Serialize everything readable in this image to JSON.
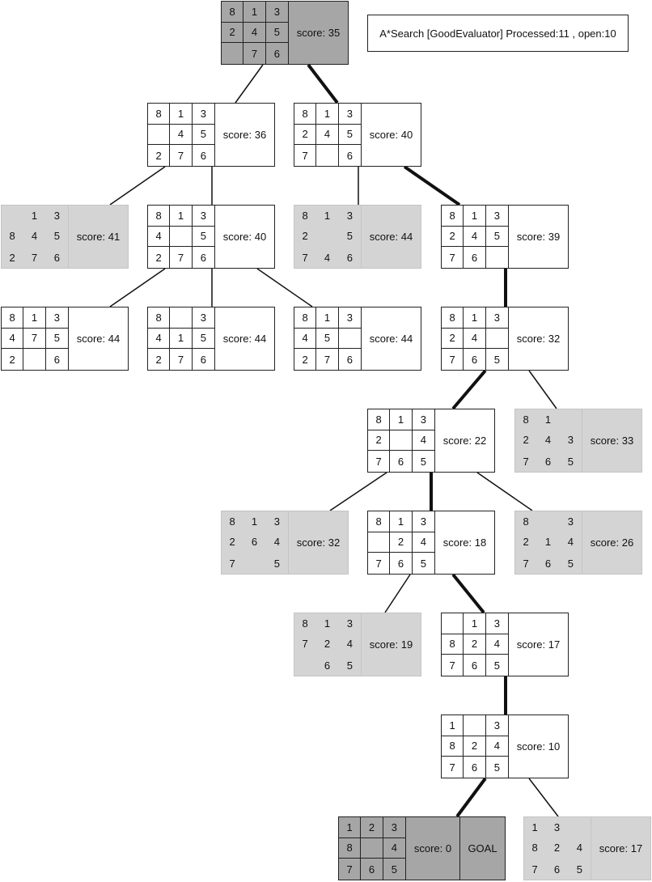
{
  "header": {
    "label": "A*Search [GoodEvaluator] Processed:11 , open:10"
  },
  "nodes": [
    {
      "id": "root",
      "tiles": [
        "8",
        "1",
        "3",
        "2",
        "4",
        "5",
        "",
        "7",
        "6"
      ],
      "score": "score: 35",
      "variant": "dark"
    },
    {
      "id": "n36",
      "tiles": [
        "8",
        "1",
        "3",
        "",
        "4",
        "5",
        "2",
        "7",
        "6"
      ],
      "score": "score: 36",
      "variant": "white"
    },
    {
      "id": "n40a",
      "tiles": [
        "8",
        "1",
        "3",
        "2",
        "4",
        "5",
        "7",
        "",
        "6"
      ],
      "score": "score: 40",
      "variant": "white"
    },
    {
      "id": "n41",
      "tiles": [
        "",
        "1",
        "3",
        "8",
        "4",
        "5",
        "2",
        "7",
        "6"
      ],
      "score": "score: 41",
      "variant": "light"
    },
    {
      "id": "n40b",
      "tiles": [
        "8",
        "1",
        "3",
        "4",
        "",
        "5",
        "2",
        "7",
        "6"
      ],
      "score": "score: 40",
      "variant": "white"
    },
    {
      "id": "n44a",
      "tiles": [
        "8",
        "1",
        "3",
        "2",
        "",
        "5",
        "7",
        "4",
        "6"
      ],
      "score": "score: 44",
      "variant": "light"
    },
    {
      "id": "n39",
      "tiles": [
        "8",
        "1",
        "3",
        "2",
        "4",
        "5",
        "7",
        "6",
        ""
      ],
      "score": "score: 39",
      "variant": "white"
    },
    {
      "id": "n44b",
      "tiles": [
        "8",
        "1",
        "3",
        "4",
        "7",
        "5",
        "2",
        "",
        "6"
      ],
      "score": "score: 44",
      "variant": "white"
    },
    {
      "id": "n44c",
      "tiles": [
        "8",
        "",
        "3",
        "4",
        "1",
        "5",
        "2",
        "7",
        "6"
      ],
      "score": "score: 44",
      "variant": "white"
    },
    {
      "id": "n44d",
      "tiles": [
        "8",
        "1",
        "3",
        "4",
        "5",
        "",
        "2",
        "7",
        "6"
      ],
      "score": "score: 44",
      "variant": "white"
    },
    {
      "id": "n32a",
      "tiles": [
        "8",
        "1",
        "3",
        "2",
        "4",
        "",
        "7",
        "6",
        "5"
      ],
      "score": "score: 32",
      "variant": "white"
    },
    {
      "id": "n22",
      "tiles": [
        "8",
        "1",
        "3",
        "2",
        "",
        "4",
        "7",
        "6",
        "5"
      ],
      "score": "score: 22",
      "variant": "white"
    },
    {
      "id": "n33",
      "tiles": [
        "8",
        "1",
        "",
        "2",
        "4",
        "3",
        "7",
        "6",
        "5"
      ],
      "score": "score: 33",
      "variant": "light"
    },
    {
      "id": "n32b",
      "tiles": [
        "8",
        "1",
        "3",
        "2",
        "6",
        "4",
        "7",
        "",
        "5"
      ],
      "score": "score: 32",
      "variant": "light"
    },
    {
      "id": "n18",
      "tiles": [
        "8",
        "1",
        "3",
        "",
        "2",
        "4",
        "7",
        "6",
        "5"
      ],
      "score": "score: 18",
      "variant": "white"
    },
    {
      "id": "n26",
      "tiles": [
        "8",
        "",
        "3",
        "2",
        "1",
        "4",
        "7",
        "6",
        "5"
      ],
      "score": "score: 26",
      "variant": "light"
    },
    {
      "id": "n19",
      "tiles": [
        "8",
        "1",
        "3",
        "7",
        "2",
        "4",
        "",
        "6",
        "5"
      ],
      "score": "score: 19",
      "variant": "light"
    },
    {
      "id": "n17a",
      "tiles": [
        "",
        "1",
        "3",
        "8",
        "2",
        "4",
        "7",
        "6",
        "5"
      ],
      "score": "score: 17",
      "variant": "white"
    },
    {
      "id": "n10",
      "tiles": [
        "1",
        "",
        "3",
        "8",
        "2",
        "4",
        "7",
        "6",
        "5"
      ],
      "score": "score: 10",
      "variant": "white"
    },
    {
      "id": "goal",
      "tiles": [
        "1",
        "2",
        "3",
        "8",
        "",
        "4",
        "7",
        "6",
        "5"
      ],
      "score": "score: 0",
      "goal": "GOAL",
      "variant": "dark"
    },
    {
      "id": "n17b",
      "tiles": [
        "1",
        "3",
        "",
        "8",
        "2",
        "4",
        "7",
        "6",
        "5"
      ],
      "score": "score: 17",
      "variant": "light"
    }
  ],
  "edges": [
    {
      "from": "root",
      "to": "n36",
      "bold": false
    },
    {
      "from": "root",
      "to": "n40a",
      "bold": true
    },
    {
      "from": "n36",
      "to": "n41",
      "bold": false
    },
    {
      "from": "n36",
      "to": "n40b",
      "bold": false
    },
    {
      "from": "n40a",
      "to": "n44a",
      "bold": false
    },
    {
      "from": "n40a",
      "to": "n39",
      "bold": true
    },
    {
      "from": "n40b",
      "to": "n44b",
      "bold": false
    },
    {
      "from": "n40b",
      "to": "n44c",
      "bold": false
    },
    {
      "from": "n40b",
      "to": "n44d",
      "bold": false
    },
    {
      "from": "n39",
      "to": "n32a",
      "bold": true
    },
    {
      "from": "n32a",
      "to": "n22",
      "bold": true
    },
    {
      "from": "n32a",
      "to": "n33",
      "bold": false
    },
    {
      "from": "n22",
      "to": "n32b",
      "bold": false
    },
    {
      "from": "n22",
      "to": "n18",
      "bold": true
    },
    {
      "from": "n22",
      "to": "n26",
      "bold": false
    },
    {
      "from": "n18",
      "to": "n19",
      "bold": false
    },
    {
      "from": "n18",
      "to": "n17a",
      "bold": true
    },
    {
      "from": "n17a",
      "to": "n10",
      "bold": true
    },
    {
      "from": "n10",
      "to": "goal",
      "bold": true
    },
    {
      "from": "n10",
      "to": "n17b",
      "bold": false
    }
  ]
}
